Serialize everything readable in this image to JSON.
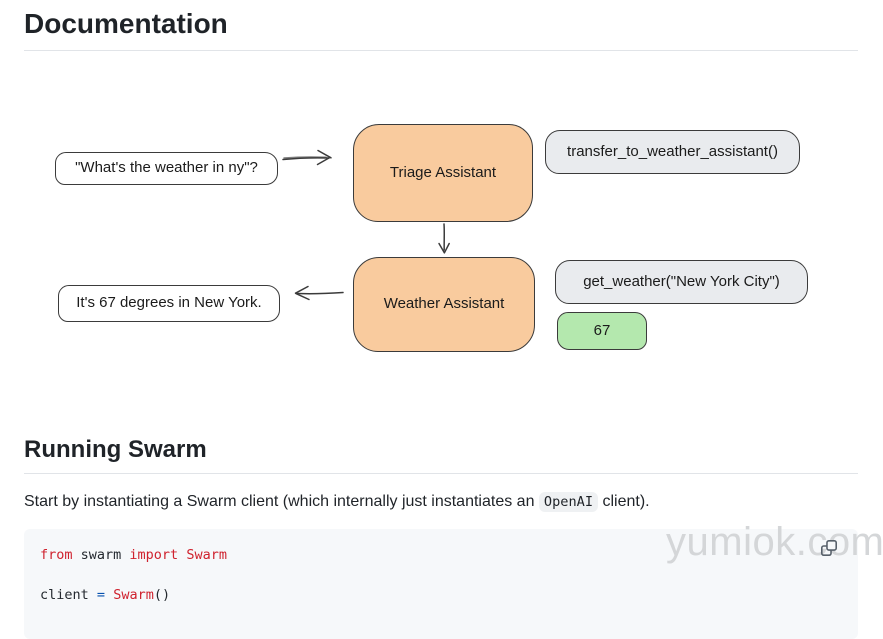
{
  "header": {
    "title": "Documentation"
  },
  "diagram": {
    "user_query_label": "\"What's the weather in ny\"?",
    "triage_agent_label": "Triage Assistant",
    "transfer_function_label": "transfer_to_weather_assistant()",
    "weather_agent_label": "Weather Assistant",
    "get_weather_function_label": "get_weather(\"New York City\")",
    "function_result_value": "67",
    "assistant_response_label": "It's 67 degrees in New York.",
    "colors": {
      "agent_fill": "#f9cb9e",
      "function_fill": "#e9ebee",
      "result_fill": "#b4e8ae",
      "message_fill": "#ffffff",
      "stroke": "#3b3b3b"
    }
  },
  "section": {
    "title": "Running Swarm"
  },
  "intro": {
    "text_before_code": "Start by instantiating a Swarm client (which internally just instantiates an ",
    "inline_code": "OpenAI",
    "text_after_code": " client)."
  },
  "code_block": {
    "language": "python",
    "syntax_colors": {
      "keyword": "#cf222e",
      "entity": "#cf222e",
      "operator": "#0550ae",
      "plain": "#24292f"
    },
    "lines": [
      {
        "tokens": [
          {
            "text": "from",
            "style": "keyword"
          },
          {
            "text": " swarm ",
            "style": "plain"
          },
          {
            "text": "import",
            "style": "keyword"
          },
          {
            "text": " ",
            "style": "plain"
          },
          {
            "text": "Swarm",
            "style": "entity"
          }
        ]
      },
      {
        "tokens": []
      },
      {
        "tokens": [
          {
            "text": "client ",
            "style": "plain"
          },
          {
            "text": "=",
            "style": "operator"
          },
          {
            "text": " ",
            "style": "plain"
          },
          {
            "text": "Swarm",
            "style": "entity"
          },
          {
            "text": "()",
            "style": "plain"
          }
        ]
      }
    ]
  },
  "watermark": {
    "text": "yumiok.com"
  }
}
